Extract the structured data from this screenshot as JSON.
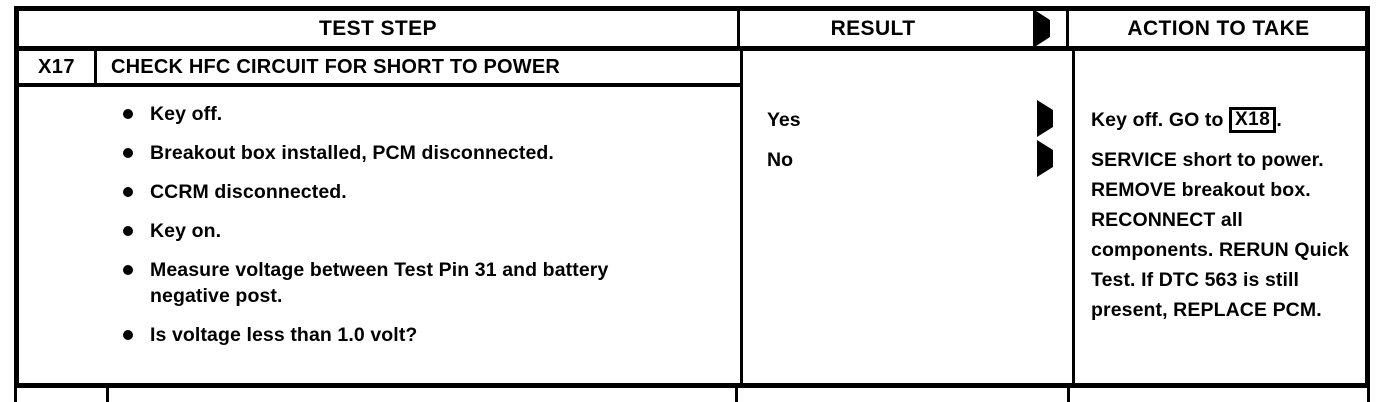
{
  "table": {
    "headers": {
      "test_step": "TEST STEP",
      "result": "RESULT",
      "action": "ACTION TO TAKE",
      "result_arrow_icon": "triangle-right-icon"
    },
    "step": {
      "code": "X17",
      "title": "CHECK HFC CIRCUIT FOR SHORT TO POWER",
      "bullets": [
        {
          "text": "Key off.",
          "bold": true
        },
        {
          "text": "Breakout box installed, PCM disconnected.",
          "bold": true
        },
        {
          "text": "CCRM disconnected.",
          "bold": true
        },
        {
          "text": "Key on.",
          "bold": true
        },
        {
          "text": "Measure voltage between Test Pin 31 and battery negative post.",
          "bold": true
        },
        {
          "text": "Is voltage less than 1.0 volt?",
          "bold": true
        }
      ]
    },
    "results": [
      {
        "label": "Yes",
        "arrow_icon": "triangle-right-icon"
      },
      {
        "label": "No",
        "arrow_icon": "triangle-right-icon"
      }
    ],
    "actions": {
      "yes": {
        "prefix": "Key off. GO to ",
        "code": "X18",
        "suffix": "."
      },
      "no": {
        "text": "SERVICE short to power. REMOVE breakout box. RECONNECT all components. RERUN Quick Test. If DTC 563 is still present, REPLACE PCM."
      }
    },
    "colors": {
      "ink": "#000000",
      "paper": "#ffffff"
    }
  }
}
